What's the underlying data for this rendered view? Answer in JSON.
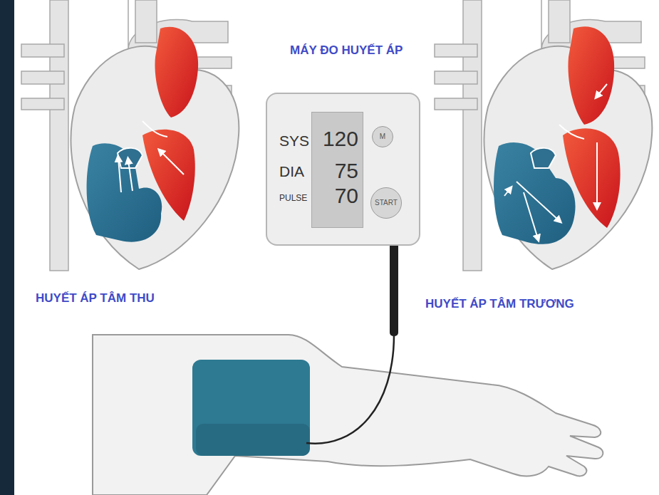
{
  "diagram": {
    "nodes": [
      {
        "text": [
          "MÁY ĐO HUYẾT ÁP",
          "SYS",
          "DIA",
          "PULSE"
        ]
      },
      {
        "text": [
          "120",
          "75",
          "70"
        ],
        "in": 0
      },
      {
        "text": [
          "M"
        ],
        "in": 0
      },
      {
        "text": [
          "START"
        ],
        "in": 0
      }
    ],
    "labels": [
      "HUYẾT ÁP TÂM THU",
      "HUYẾT ÁP TÂM TRƯƠNG"
    ]
  }
}
